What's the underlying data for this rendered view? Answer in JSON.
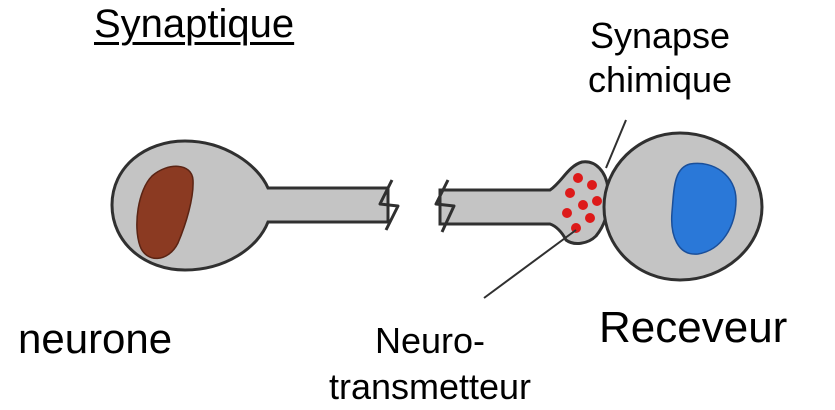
{
  "title": "Synaptique",
  "synapse_label": {
    "line1": "Synapse",
    "line2": "chimique"
  },
  "neurone_label": "neurone",
  "neurotransmitter_label": {
    "line1": "Neuro-",
    "line2": "transmetteur"
  },
  "receiver_label": "Receveur",
  "colors": {
    "cell_fill": "#c4c4c4",
    "outline": "#303030",
    "nucleus_sender": "#8b3a22",
    "nucleus_receiver": "#2a78d8",
    "vesicle": "#dd1a1a"
  }
}
